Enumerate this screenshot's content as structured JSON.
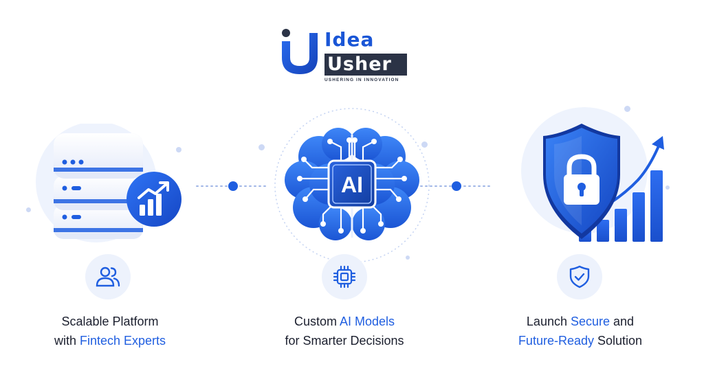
{
  "brand": {
    "name_top": "Idea",
    "name_bottom": "Usher",
    "tagline": "USHERING IN INNOVATION",
    "primary_color": "#1f5ee0",
    "dark_color": "#2b3346"
  },
  "illustrations": {
    "left": {
      "icons": [
        "server-stack-icon",
        "growth-chart-badge-icon"
      ]
    },
    "center": {
      "icons": [
        "ai-brain-icon"
      ],
      "label": "AI"
    },
    "right": {
      "icons": [
        "security-shield-lock-icon",
        "rising-bar-chart-icon"
      ]
    }
  },
  "features": [
    {
      "icon": "users-icon",
      "line1": {
        "pre": "Scalable Platform",
        "highlight": "",
        "post": ""
      },
      "line2": {
        "pre": "with ",
        "highlight": "Fintech Experts",
        "post": ""
      }
    },
    {
      "icon": "cpu-chip-icon",
      "line1": {
        "pre": "Custom ",
        "highlight": "AI Models",
        "post": ""
      },
      "line2": {
        "pre": "for Smarter Decisions",
        "highlight": "",
        "post": ""
      }
    },
    {
      "icon": "shield-check-icon",
      "line1": {
        "pre": "Launch ",
        "highlight": "Secure",
        "post": " and"
      },
      "line2": {
        "pre": "",
        "highlight": "Future-Ready",
        "post": " Solution"
      }
    }
  ]
}
